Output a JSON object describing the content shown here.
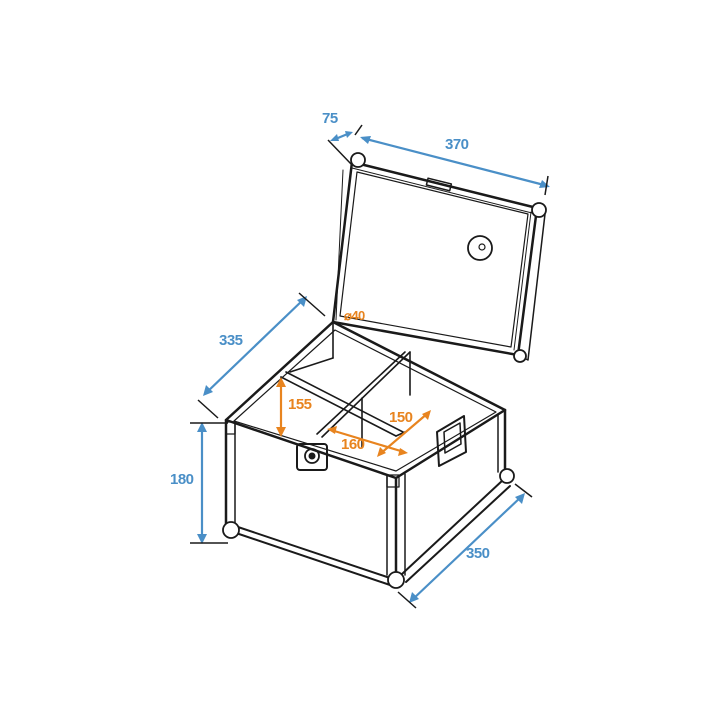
{
  "diagram": {
    "title": "Flight case with open lid and 4-compartment divider insert — dimension drawing",
    "colors": {
      "outer_dimension": "#4a8fc7",
      "inner_dimension": "#e8841f",
      "line": "#1a1a1a",
      "background": "#ffffff"
    },
    "outer_dimensions": {
      "lid_depth": "75",
      "width": "370",
      "depth_left": "335",
      "height": "180",
      "depth_right": "350"
    },
    "inner_dimensions": {
      "hole_diameter": "⌀40",
      "compartment_height": "155",
      "compartment_width": "160",
      "compartment_depth": "150"
    }
  }
}
